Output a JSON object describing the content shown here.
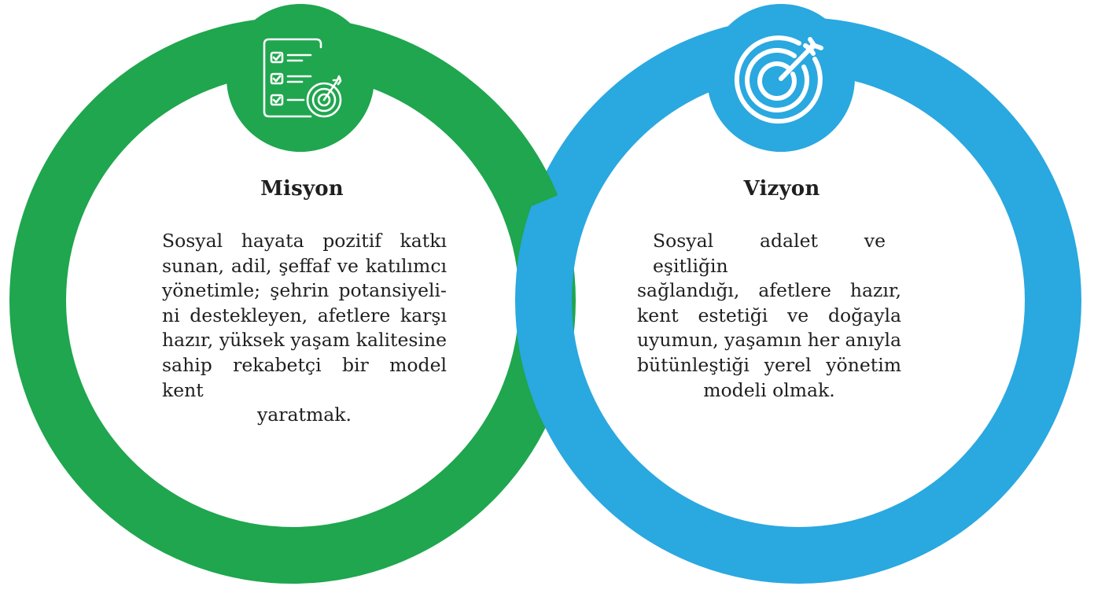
{
  "colors": {
    "mission_ring": "#1fa64e",
    "vision_ring": "#2aa8e0",
    "icon_line": "#ffffff",
    "text": "#1f1f1f",
    "background": "#ffffff"
  },
  "mission": {
    "title": "Misyon",
    "icon": "checklist-target-icon",
    "lines": [
      "Sosyal hayata pozitif katkı",
      "sunan, adil, şeffaf ve katılımcı",
      "yönetimle; şehrin potansiyeli-",
      "ni destekleyen, afetlere karşı",
      "hazır, yüksek yaşam kalitesine",
      "sahip rekabetçi bir model kent",
      "yaratmak."
    ]
  },
  "vision": {
    "title": "Vizyon",
    "icon": "target-arrow-icon",
    "lines": [
      "Sosyal adalet ve eşitliğin",
      "sağlandığı, afetlere hazır,",
      "kent estetiği ve doğayla",
      "uyumun, yaşamın her anıyla",
      "bütünleştiği yerel yönetim",
      "modeli olmak."
    ]
  }
}
